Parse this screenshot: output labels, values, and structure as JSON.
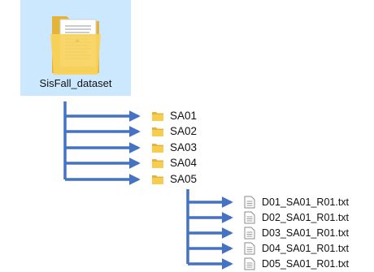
{
  "root": {
    "label": "SisFall_dataset",
    "icon": "folder-icon",
    "selected": true
  },
  "subfolders": [
    {
      "label": "SA01",
      "icon": "folder-icon"
    },
    {
      "label": "SA02",
      "icon": "folder-icon"
    },
    {
      "label": "SA03",
      "icon": "folder-icon"
    },
    {
      "label": "SA04",
      "icon": "folder-icon"
    },
    {
      "label": "SA05",
      "icon": "folder-icon"
    }
  ],
  "files": [
    {
      "label": "D01_SA01_R01.txt",
      "icon": "text-file-icon"
    },
    {
      "label": "D02_SA01_R01.txt",
      "icon": "text-file-icon"
    },
    {
      "label": "D03_SA01_R01.txt",
      "icon": "text-file-icon"
    },
    {
      "label": "D04_SA01_R01.txt",
      "icon": "text-file-icon"
    },
    {
      "label": "D05_SA01_R01.txt",
      "icon": "text-file-icon"
    }
  ],
  "colors": {
    "arrow": "#4472c4",
    "folder": "#f4c542",
    "selection": "#cce8ff"
  }
}
